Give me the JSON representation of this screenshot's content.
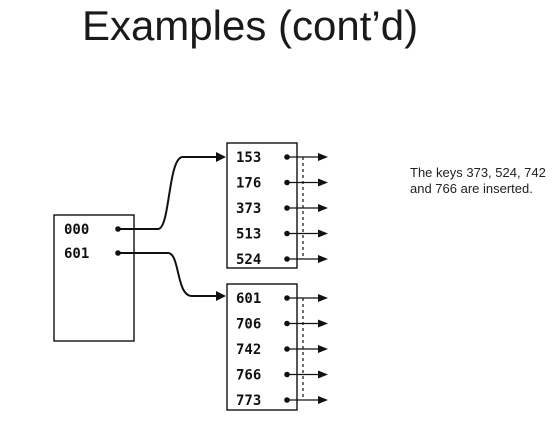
{
  "slide": {
    "title": "Examples (cont’d)",
    "note": "The keys 373, 524, 742 and 766 are inserted."
  },
  "diagram": {
    "directory": [
      "000",
      "601"
    ],
    "buckets": [
      {
        "keys": [
          "153",
          "176",
          "373",
          "513",
          "524"
        ]
      },
      {
        "keys": [
          "601",
          "706",
          "742",
          "766",
          "773"
        ]
      }
    ]
  }
}
